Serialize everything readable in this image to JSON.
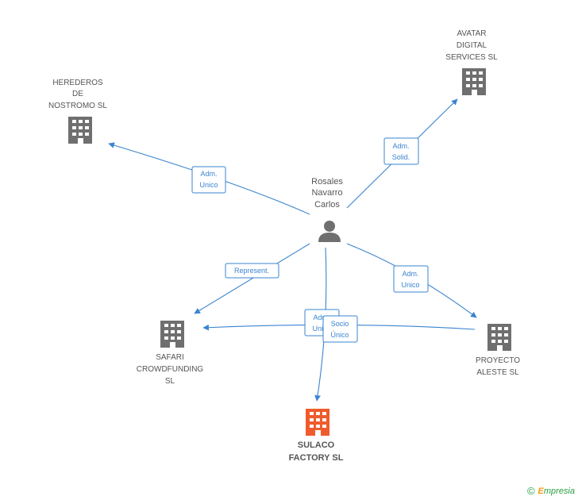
{
  "colors": {
    "edge": "#3a84d0",
    "building": "#6f6f6f",
    "focus_building": "#ef5b2c",
    "person": "#6f6f6f"
  },
  "person": {
    "lines": [
      "Rosales",
      "Navarro",
      "Carlos"
    ],
    "icon": "person-icon"
  },
  "companies": {
    "herederos": {
      "lines": [
        "HEREDEROS",
        "DE",
        "NOSTROMO SL"
      ],
      "icon": "building-icon"
    },
    "avatar": {
      "lines": [
        "AVATAR",
        "DIGITAL",
        "SERVICES SL"
      ],
      "icon": "building-icon"
    },
    "safari": {
      "lines": [
        "SAFARI",
        "CROWDFUNDING",
        "SL"
      ],
      "icon": "building-icon"
    },
    "proyecto": {
      "lines": [
        "PROYECTO",
        "ALESTE SL"
      ],
      "icon": "building-icon"
    },
    "sulaco": {
      "lines": [
        "SULACO",
        "FACTORY SL"
      ],
      "icon": "building-icon"
    }
  },
  "edges": {
    "herederos": [
      "Adm.",
      "Unico"
    ],
    "avatar": [
      "Adm.",
      "Solid."
    ],
    "safari": [
      "Represent."
    ],
    "proyecto": [
      "Adm.",
      "Unico"
    ],
    "sulaco": [
      "Adm.",
      "Unico"
    ],
    "proyecto_safari": [
      "Socio",
      "Único"
    ]
  },
  "footer": {
    "copyright": "©",
    "brand_initial": "E",
    "brand_rest": "mpresia"
  }
}
